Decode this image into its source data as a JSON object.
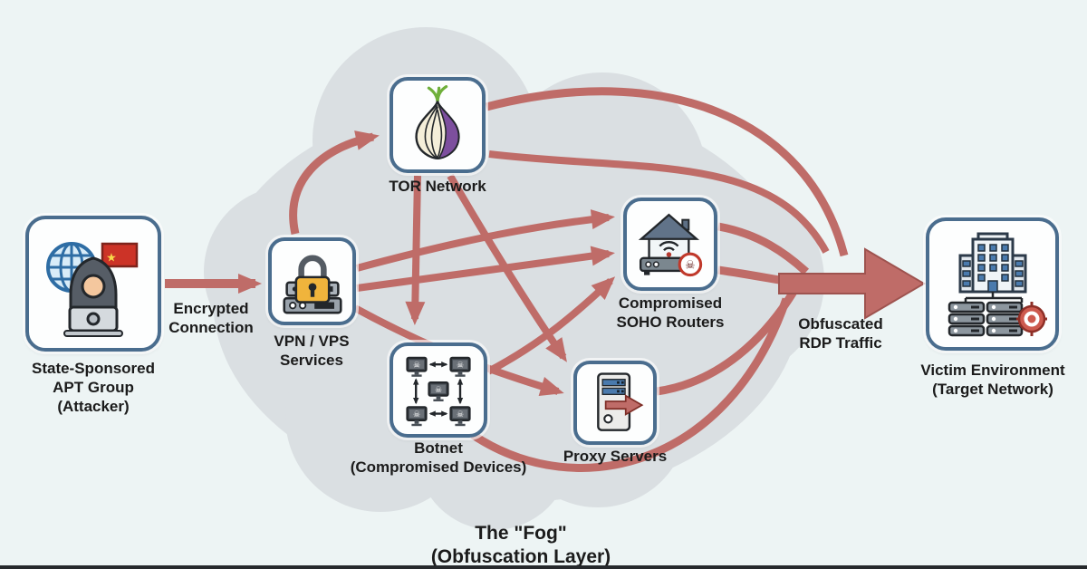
{
  "title": "APT obfuscation layer diagram",
  "colors": {
    "background": "#edf4f4",
    "cloud": "#dadfe2",
    "node_border": "#4a6d8e",
    "node_bg": "#fdfefe",
    "arrow": "#bf6c68",
    "arrow_dark": "#9e534f",
    "text": "#1b1b1b",
    "bottom_bar": "#26292c",
    "flag_red": "#cc3327",
    "lock_gold": "#f0b43c",
    "onion_purple": "#7d4f9e",
    "onion_cream": "#f4eed9",
    "sprout_green": "#6faf3a",
    "target_red": "#cd5a4e",
    "skull_badge_red": "#c0392b",
    "screen_blue": "#4a7aad"
  },
  "nodes": {
    "attacker": {
      "icon": "hooded-hacker-with-globe-and-china-flag",
      "label_lines": [
        "State-Sponsored",
        "APT Group",
        "(Attacker)"
      ]
    },
    "vpn": {
      "icon": "padlock-over-servers",
      "label_lines": [
        "VPN / VPS",
        "Services"
      ]
    },
    "tor": {
      "icon": "onion",
      "label_lines": [
        "TOR Network"
      ]
    },
    "botnet": {
      "icon": "networked-skull-computers",
      "label_lines": [
        "Botnet",
        "(Compromised Devices)"
      ]
    },
    "proxy": {
      "icon": "server-tower-with-forward-arrow",
      "label_lines": [
        "Proxy Servers"
      ]
    },
    "soho": {
      "icon": "house-wifi-router-with-skull",
      "label_lines": [
        "Compromised",
        "SOHO Routers"
      ]
    },
    "victim": {
      "icon": "office-building-servers-target",
      "label_lines": [
        "Victim Environment",
        "(Target Network)"
      ]
    }
  },
  "edge_labels": {
    "encrypted": {
      "lines": [
        "Encrypted",
        "Connection"
      ]
    },
    "rdp": {
      "lines": [
        "Obfuscated",
        "RDP Traffic"
      ]
    }
  },
  "caption": {
    "lines": [
      "The \"Fog\"",
      "(Obfuscation Layer)"
    ]
  },
  "icons": {
    "skull": "☠",
    "star": "★"
  }
}
